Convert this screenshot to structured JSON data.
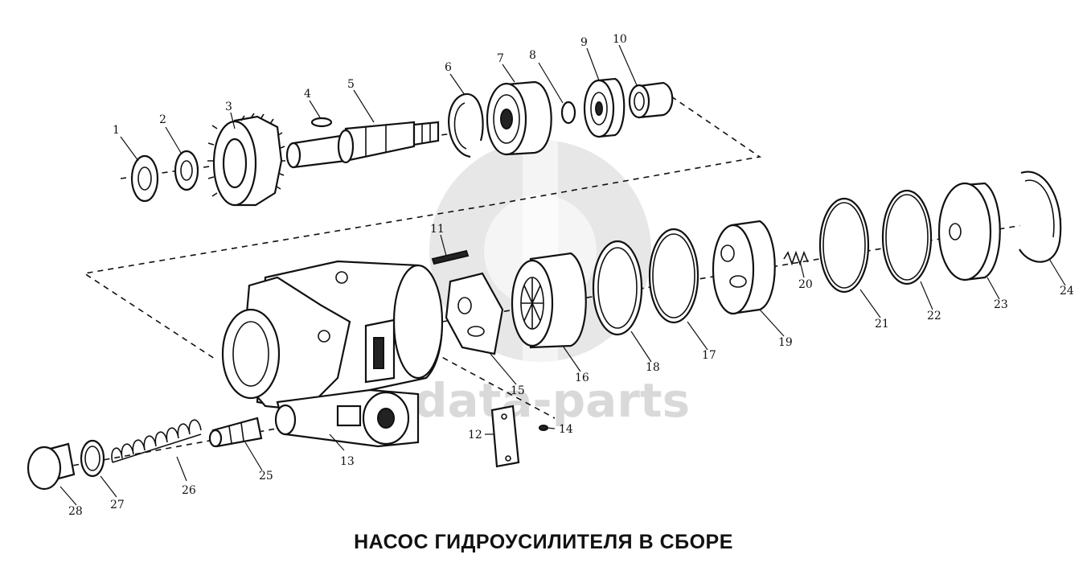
{
  "title": "НАСОС ГИДРОУСИЛИТЕЛЯ В СБОРЕ",
  "watermark": "data-parts",
  "callouts": [
    "1",
    "2",
    "3",
    "4",
    "5",
    "6",
    "7",
    "8",
    "9",
    "10",
    "11",
    "13",
    "14",
    "12",
    "15",
    "16",
    "17",
    "18",
    "19",
    "20",
    "21",
    "22",
    "23",
    "24",
    "25",
    "26",
    "27",
    "28"
  ]
}
